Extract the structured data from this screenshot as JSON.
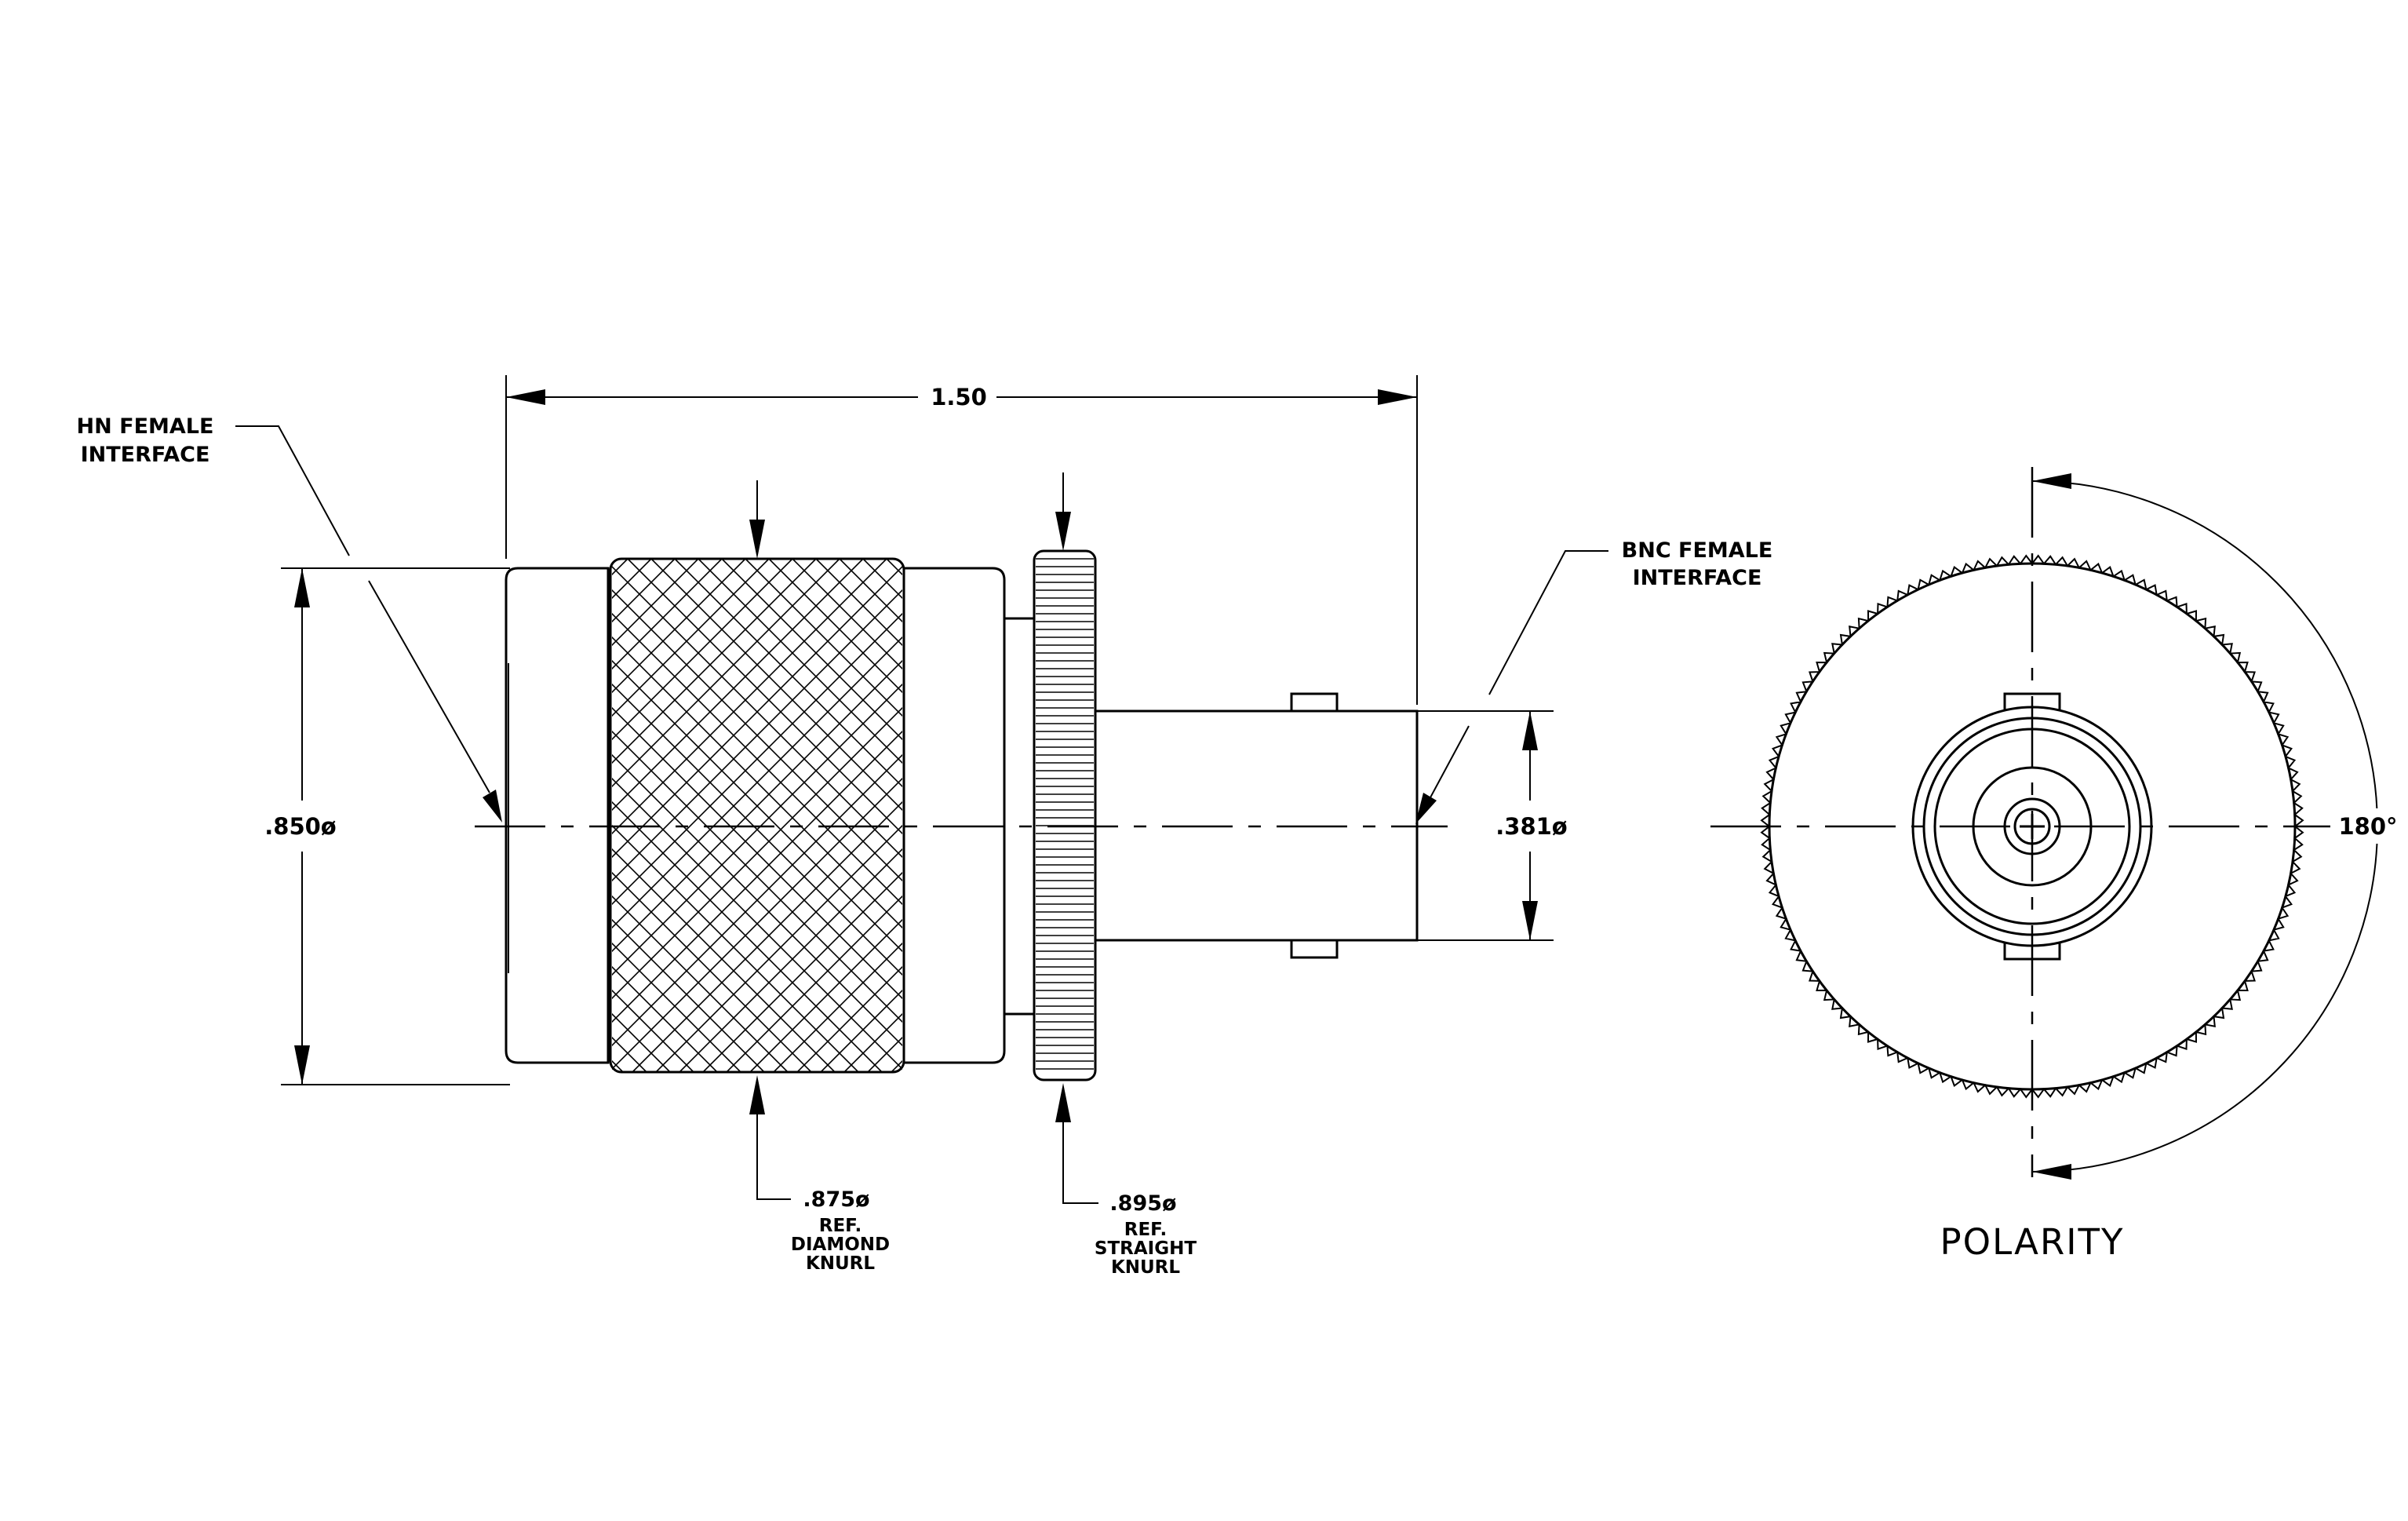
{
  "side_view": {
    "overall_length": "1.50",
    "body_diameter": ".850ø",
    "bnc_diameter": ".381ø",
    "hn_interface": {
      "line1": "HN  FEMALE",
      "line2": "INTERFACE"
    },
    "bnc_interface": {
      "line1": "BNC  FEMALE",
      "line2": "INTERFACE"
    },
    "diamond_knurl": {
      "dim": ".875ø",
      "line1": "REF.",
      "line2": "DIAMOND",
      "line3": "KNURL"
    },
    "straight_knurl": {
      "dim": ".895ø",
      "line1": "REF.",
      "line2": "STRAIGHT",
      "line3": "KNURL"
    }
  },
  "end_view": {
    "angle": "180°",
    "title": "POLARITY"
  }
}
